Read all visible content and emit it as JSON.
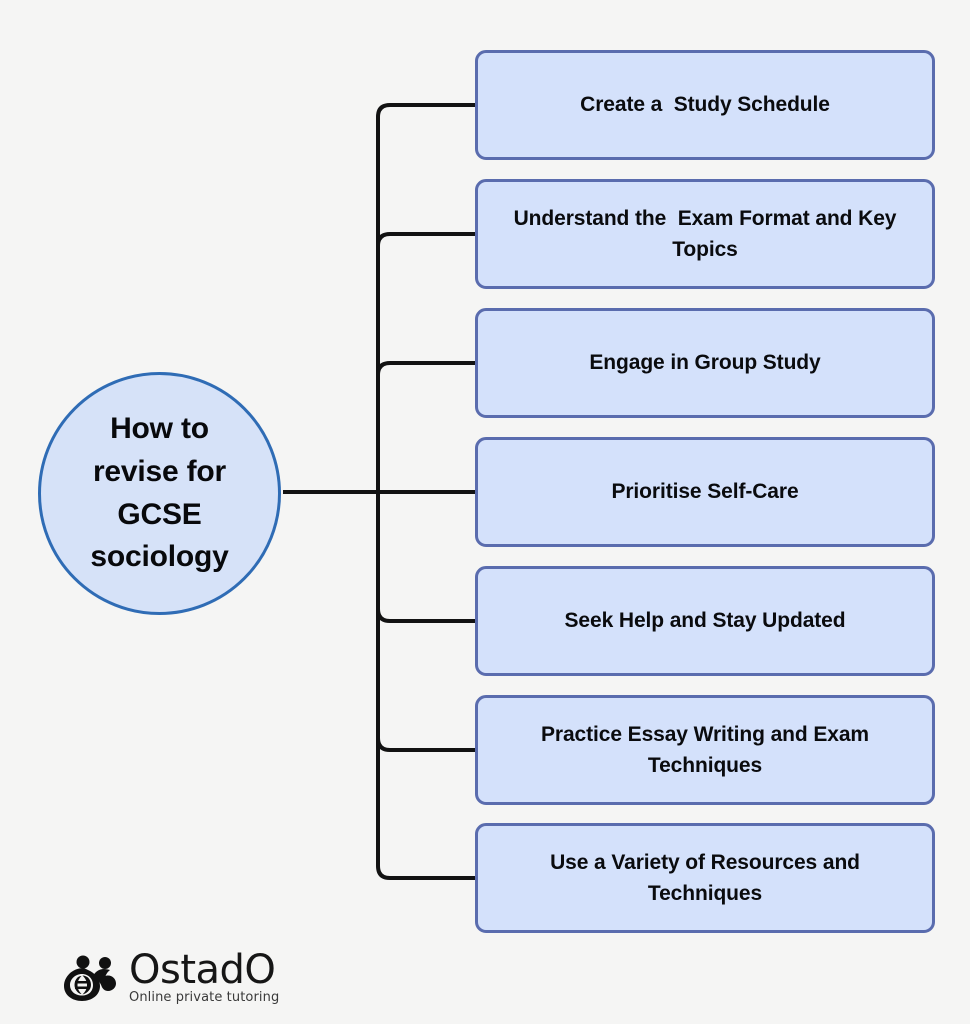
{
  "diagram": {
    "type": "mind-map",
    "background_color": "#f5f5f4",
    "root": {
      "label": "How to\nrevise for\nGCSE\nsociology",
      "fill_color": "#d6e2f8",
      "border_color": "#2f6cb5"
    },
    "branch_style": {
      "fill_color": "#d4e1fb",
      "border_color": "#5a6cae",
      "connector_color": "#121212"
    },
    "branches": [
      {
        "label": "Create a  Study Schedule"
      },
      {
        "label": "Understand the  Exam Format and Key Topics"
      },
      {
        "label": "Engage in Group Study"
      },
      {
        "label": "Prioritise Self-Care"
      },
      {
        "label": "Seek Help and Stay Updated"
      },
      {
        "label": "Practice Essay Writing and Exam Techniques"
      },
      {
        "label": "Use a Variety of Resources and Techniques"
      }
    ]
  },
  "logo": {
    "wordmark": "OstadO",
    "tagline": "Online private tutoring",
    "mark_name": "ostado-infinity-people-icon"
  }
}
